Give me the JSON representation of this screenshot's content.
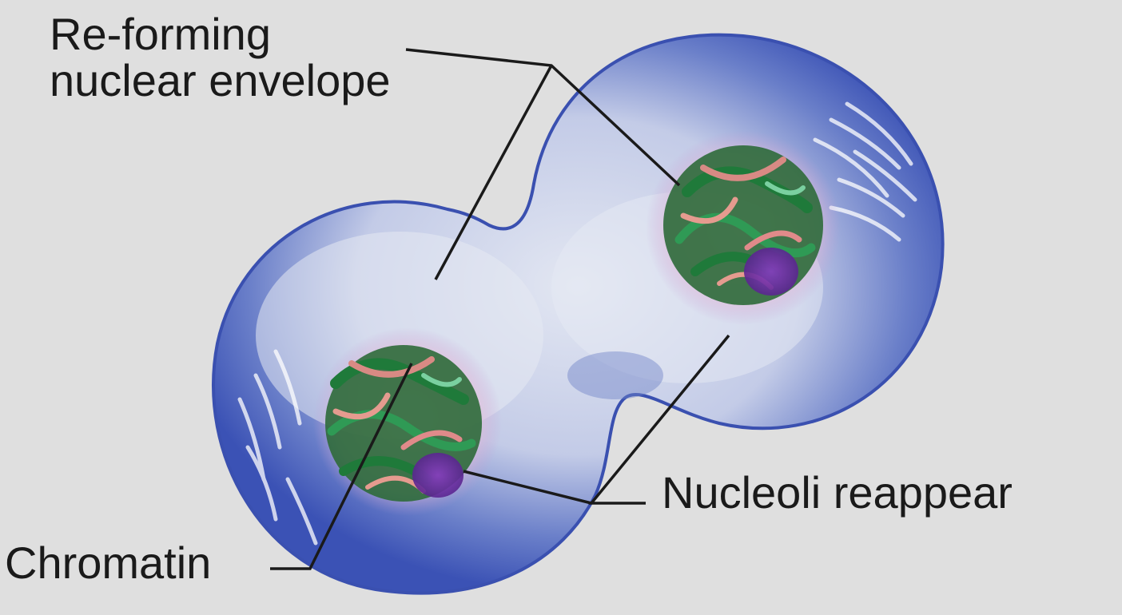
{
  "labels": {
    "envelope_line1": "Re-forming",
    "envelope_line2": "nuclear envelope",
    "nucleoli": "Nucleoli reappear",
    "chromatin": "Chromatin"
  },
  "colors": {
    "background": "#dfdfdf",
    "cell_outer": "#3f57b8",
    "cell_inner": "#d9deee",
    "chromatin_green": "#1f7a3a",
    "chromatin_pink": "#e08a8a",
    "nucleolus_purple": "#6a2fa0",
    "leader_line": "#1a1a1a"
  }
}
